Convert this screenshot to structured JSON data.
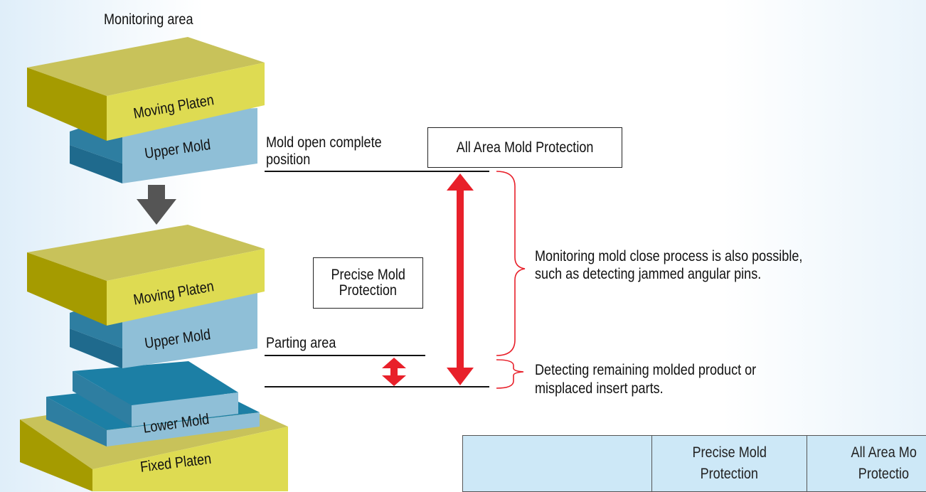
{
  "title": "Monitoring area",
  "top_stack": {
    "moving_platen": "Moving Platen",
    "upper_mold": "Upper Mold"
  },
  "bottom_stack": {
    "moving_platen": "Moving Platen",
    "upper_mold": "Upper Mold",
    "lower_mold": "Lower Mold",
    "fixed_platen": "Fixed Platen"
  },
  "positions": {
    "mold_open_line1": "Mold open complete",
    "mold_open_line2": "position",
    "parting_area": "Parting area"
  },
  "labels": {
    "all_area": "All Area Mold Protection",
    "precise_line1": "Precise Mold",
    "precise_line2": "Protection"
  },
  "notes": {
    "close_process_line1": "Monitoring mold close process is also possible,",
    "close_process_line2": "such as detecting jammed angular pins.",
    "remaining_line1": "Detecting remaining molded product or",
    "remaining_line2": "misplaced insert parts."
  },
  "table": {
    "header_blank": "",
    "col1_line1": "Precise Mold",
    "col1_line2": "Protection",
    "col2_line1": "All Area Mo",
    "col2_line2": "Protectio"
  },
  "colors": {
    "platen": "#d9d65a",
    "mold": "#8fbfd7",
    "lower_mold_top": "#1c7fa5",
    "arrow": "#e8202a",
    "down_arrow": "#555555"
  }
}
